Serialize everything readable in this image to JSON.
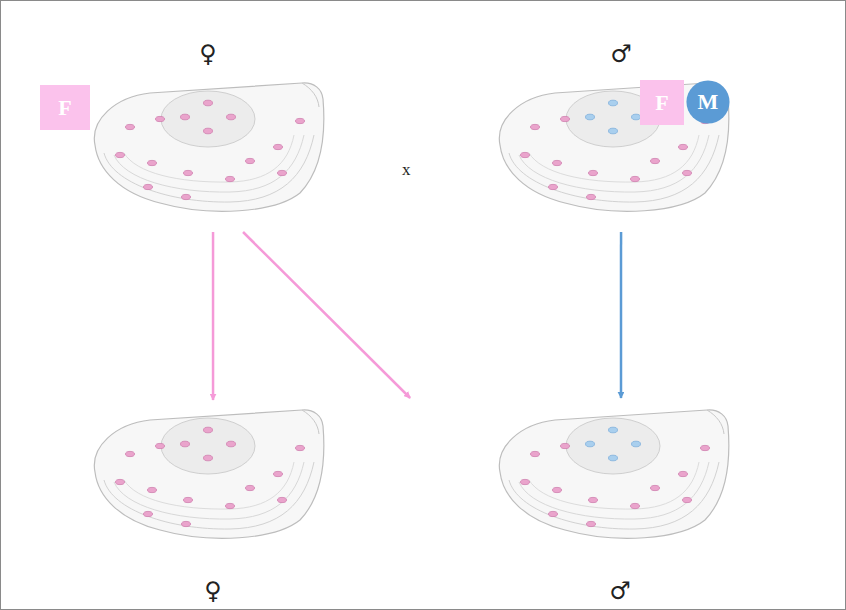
{
  "diagram": {
    "nodes": [
      {
        "text": [
          "♀"
        ]
      },
      {
        "text": [
          "♂"
        ]
      },
      {
        "text": [
          "♀"
        ]
      },
      {
        "text": [
          "♂"
        ]
      },
      {
        "text": [
          "F"
        ]
      },
      {
        "text": [
          "F"
        ]
      },
      {
        "text": [
          "M"
        ]
      }
    ],
    "edges": [
      {
        "from": 0,
        "to": 2,
        "arrow": "to"
      },
      {
        "from": 0,
        "to": 3,
        "arrow": "to"
      },
      {
        "from": 1,
        "to": 3,
        "arrow": "to"
      }
    ],
    "labels": [
      "x"
    ]
  }
}
